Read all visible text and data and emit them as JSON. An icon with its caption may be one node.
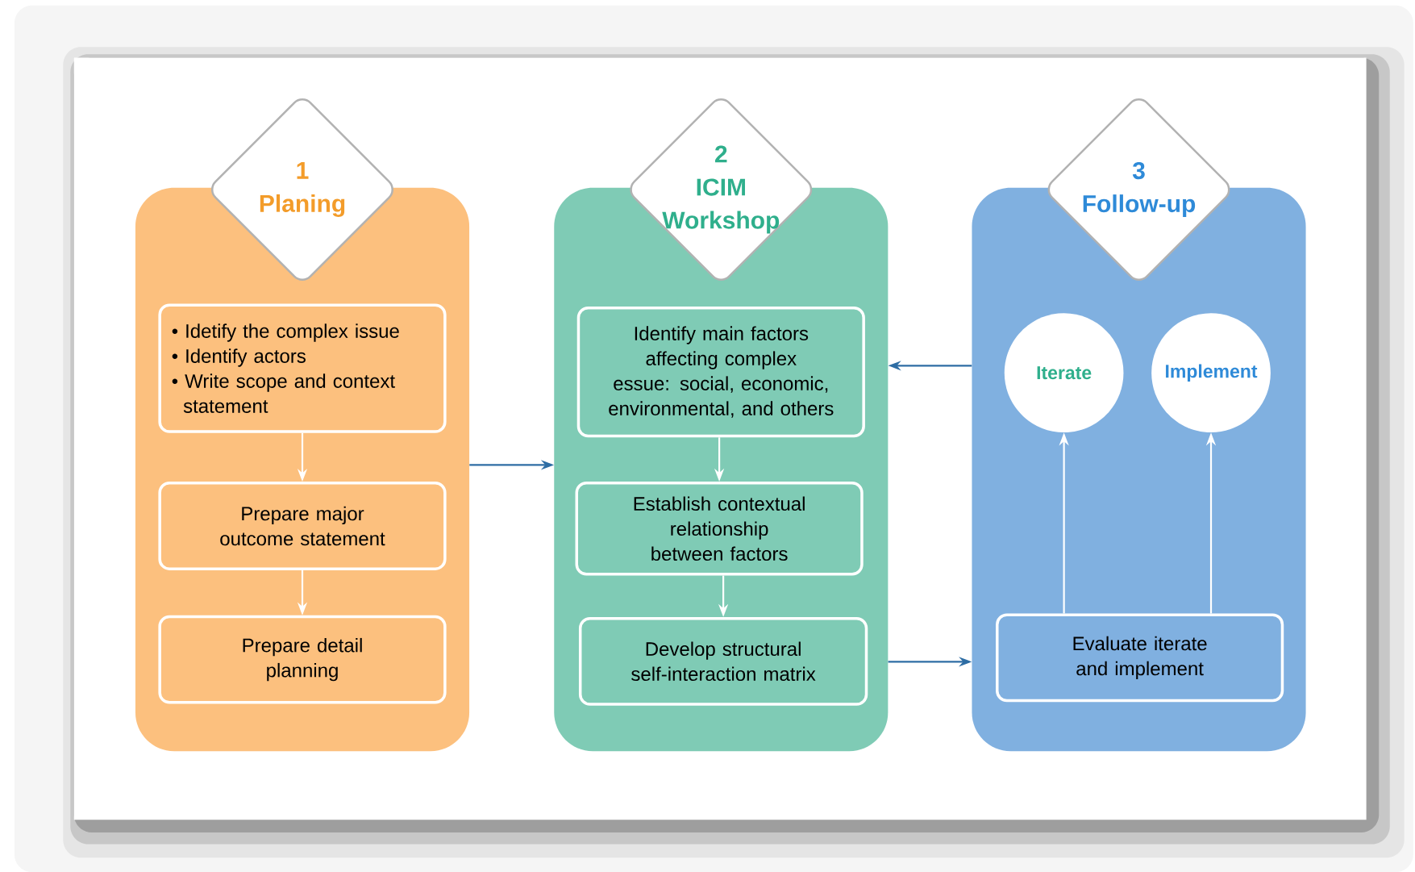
{
  "diagram": {
    "nodes": [
      {
        "text": [],
        "shape": "box"
      },
      {
        "text": [
          "1",
          "Planing"
        ]
      },
      {
        "text": [
          "• Idetify the complex issue",
          "• Identify actors",
          "• Write scope and context statement"
        ],
        "in": 0
      },
      {
        "text": [
          "Prepare major outcome statement"
        ],
        "in": 0
      },
      {
        "text": [
          "Prepare detail planning"
        ],
        "in": 0
      },
      {
        "text": [],
        "shape": "box"
      },
      {
        "text": [
          "2",
          "ICIM Workshop"
        ]
      },
      {
        "text": [
          "Identify main factors affecting complex essue: social, economic, environmental, and others"
        ],
        "in": 5
      },
      {
        "text": [
          "Establish contextual relationship between factors"
        ],
        "in": 5
      },
      {
        "text": [
          "Develop structural self-interaction matrix"
        ],
        "in": 5
      },
      {
        "text": [],
        "shape": "box"
      },
      {
        "text": [
          "3",
          "Follow-up"
        ]
      },
      {
        "text": [
          "Iterate"
        ],
        "in": 10
      },
      {
        "text": [
          "Implement"
        ],
        "in": 10
      },
      {
        "text": [
          "Evaluate iterate and implement"
        ],
        "in": 10
      }
    ],
    "edges": [
      {
        "from": 2,
        "to": 3,
        "arrow": "to"
      },
      {
        "from": 3,
        "to": 4,
        "arrow": "to"
      },
      {
        "from": 7,
        "to": 8,
        "arrow": "to"
      },
      {
        "from": 8,
        "to": 9,
        "arrow": "to"
      },
      {
        "from": 14,
        "to": 12,
        "arrow": "to"
      },
      {
        "from": 14,
        "to": 13,
        "arrow": "to"
      },
      {
        "from": 0,
        "to": 5,
        "arrow": "to",
        "color": "#2e6da4"
      },
      {
        "from": 10,
        "to": 5,
        "arrow": "to",
        "color": "#2e6da4"
      },
      {
        "from": 5,
        "to": 10,
        "arrow": "to",
        "color": "#2e6da4"
      }
    ]
  }
}
